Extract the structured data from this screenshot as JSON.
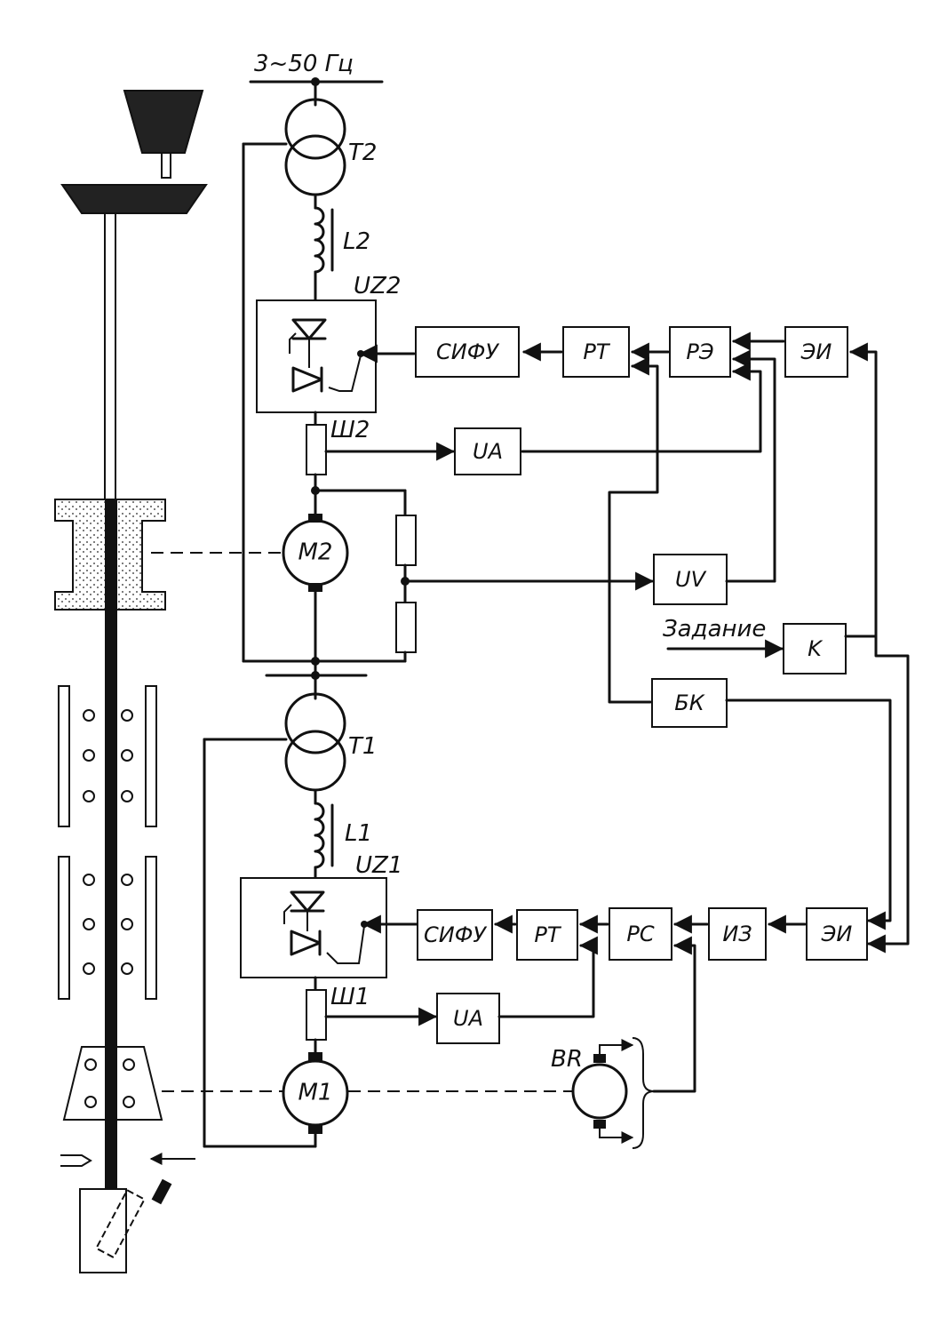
{
  "supply": {
    "label": "3~50 Гц"
  },
  "transformers": {
    "t2": "T2",
    "t1": "T1"
  },
  "reactors": {
    "l2": "L2",
    "l1": "L1"
  },
  "converters": {
    "uz2": "UZ2",
    "uz1": "UZ1"
  },
  "shunts": {
    "sh2": "Ш2",
    "sh1": "Ш1"
  },
  "motors": {
    "m2": "M2",
    "m1": "M1"
  },
  "tacho": {
    "br": "BR"
  },
  "upper_chain": {
    "sifu": "СИФУ",
    "pt": "PT",
    "re": "PЭ",
    "ei": "ЭИ",
    "ua": "UA",
    "uv": "UV"
  },
  "lower_chain": {
    "sifu": "СИФУ",
    "pt": "PT",
    "pc": "PC",
    "iz": "ИЗ",
    "ei": "ЭИ",
    "ua": "UA"
  },
  "setpoint": {
    "label": "Задание",
    "k": "K"
  },
  "bk": {
    "label": "БК"
  }
}
